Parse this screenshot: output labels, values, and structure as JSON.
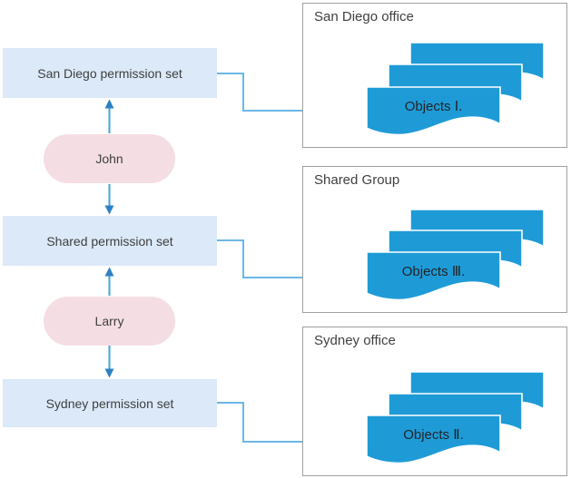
{
  "diagram": {
    "permission_sets": [
      {
        "label": "San Diego permission set"
      },
      {
        "label": "Shared permission set"
      },
      {
        "label": "Sydney permission set"
      }
    ],
    "users": [
      {
        "label": "John"
      },
      {
        "label": "Larry"
      }
    ],
    "offices": [
      {
        "title": "San Diego office",
        "objects_label": "Objects Ⅰ."
      },
      {
        "title": "Shared Group",
        "objects_label": "Objects Ⅲ."
      },
      {
        "title": "Sydney office",
        "objects_label": "Objects Ⅱ."
      }
    ],
    "connectors": [
      {
        "from": "San Diego permission set",
        "to": "Shared permission set",
        "via": "John",
        "type": "double-arrow"
      },
      {
        "from": "Shared permission set",
        "to": "Sydney permission set",
        "via": "Larry",
        "type": "double-arrow"
      },
      {
        "from": "San Diego permission set",
        "to": "Objects Ⅰ.",
        "type": "elbow-arrow"
      },
      {
        "from": "Shared permission set",
        "to": "Objects Ⅲ.",
        "type": "elbow-arrow"
      },
      {
        "from": "Sydney permission set",
        "to": "Objects Ⅱ.",
        "type": "elbow-arrow"
      }
    ],
    "colors": {
      "permission_box_fill": "#dbe9f8",
      "user_capsule_fill": "#f5dee3",
      "document_fill": "#1e9bd7",
      "container_border": "#a0a0a0",
      "elbow_connector_line": "#6cb7e7",
      "vertical_arrow_line": "#42a3dd",
      "arrowhead": "#2e80c4",
      "text": "#3f3f3f"
    }
  }
}
